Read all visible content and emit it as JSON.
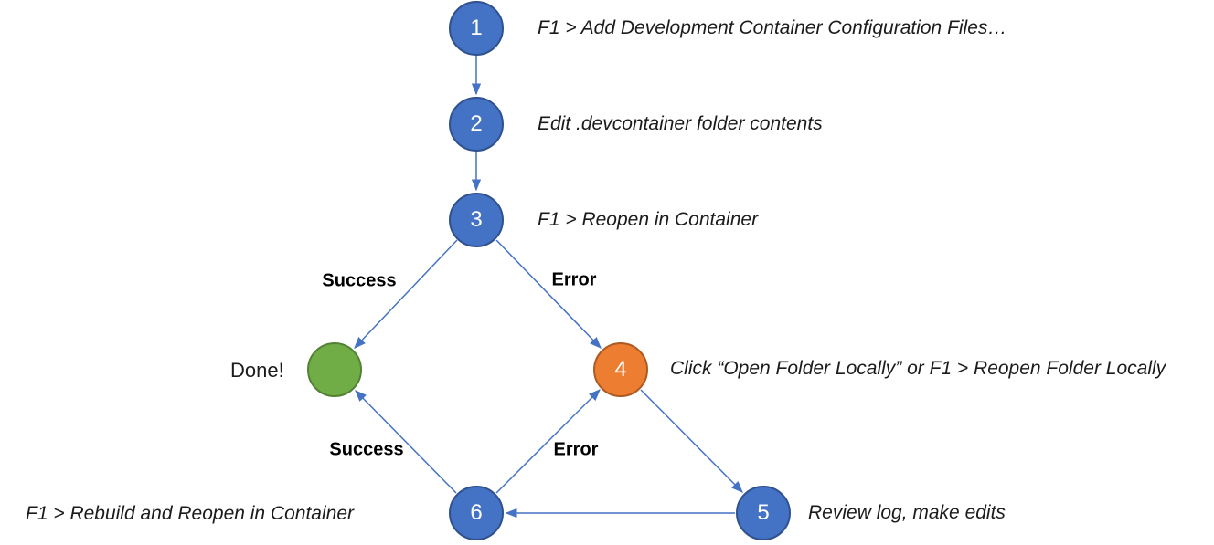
{
  "diagram": {
    "type": "flowchart",
    "description": "Dev container workflow flowchart",
    "nodes": [
      {
        "id": "1",
        "label": "1",
        "kind": "step",
        "fill": "#4472C4",
        "border": "#2F528F",
        "annotation": "F1 > Add Development Container Configuration Files…"
      },
      {
        "id": "2",
        "label": "2",
        "kind": "step",
        "fill": "#4472C4",
        "border": "#2F528F",
        "annotation": "Edit .devcontainer folder contents"
      },
      {
        "id": "3",
        "label": "3",
        "kind": "step",
        "fill": "#4472C4",
        "border": "#2F528F",
        "annotation": "F1 > Reopen in Container"
      },
      {
        "id": "done",
        "label": "",
        "kind": "success",
        "fill": "#70AD47",
        "border": "#548235",
        "annotation": "Done!"
      },
      {
        "id": "4",
        "label": "4",
        "kind": "error",
        "fill": "#ED7D31",
        "border": "#AE5A21",
        "annotation": "Click “Open Folder Locally” or F1 > Reopen Folder Locally"
      },
      {
        "id": "5",
        "label": "5",
        "kind": "step",
        "fill": "#4472C4",
        "border": "#2F528F",
        "annotation": "Review log, make edits"
      },
      {
        "id": "6",
        "label": "6",
        "kind": "step",
        "fill": "#4472C4",
        "border": "#2F528F",
        "annotation": "F1 > Rebuild and Reopen in Container"
      }
    ],
    "edges": [
      {
        "from": "1",
        "to": "2",
        "label": ""
      },
      {
        "from": "2",
        "to": "3",
        "label": ""
      },
      {
        "from": "3",
        "to": "done",
        "label": "Success"
      },
      {
        "from": "3",
        "to": "4",
        "label": "Error"
      },
      {
        "from": "4",
        "to": "5",
        "label": ""
      },
      {
        "from": "5",
        "to": "6",
        "label": ""
      },
      {
        "from": "6",
        "to": "done",
        "label": "Success"
      },
      {
        "from": "6",
        "to": "4",
        "label": "Error"
      }
    ]
  },
  "colors": {
    "node_blue": "#4472C4",
    "node_blue_border": "#2F528F",
    "node_green": "#70AD47",
    "node_green_border": "#548235",
    "node_orange": "#ED7D31",
    "node_orange_border": "#AE5A21",
    "arrow": "#4472C4",
    "text": "#1b1b1b",
    "background": "#ffffff"
  }
}
